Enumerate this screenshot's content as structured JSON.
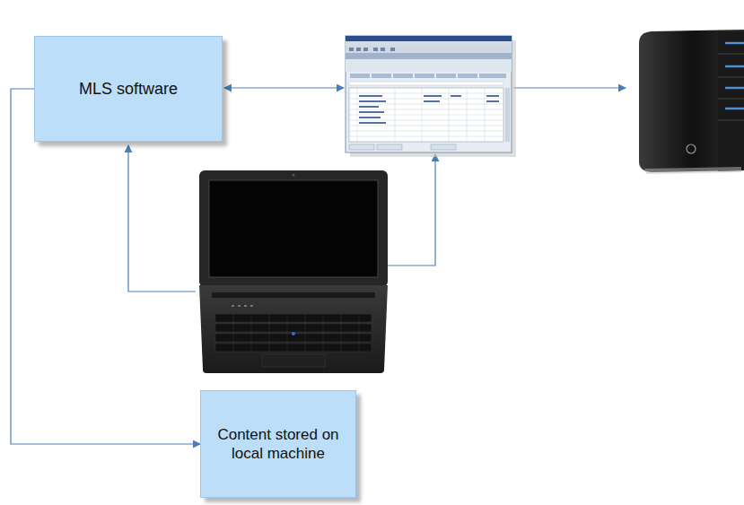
{
  "diagram": {
    "nodes": [
      {
        "text": [
          "MLS software"
        ]
      },
      {
        "text": [
          "Content stored on local machine"
        ]
      }
    ],
    "edges": [
      {
        "from": 0,
        "to": 1,
        "arrow": "to"
      }
    ]
  }
}
